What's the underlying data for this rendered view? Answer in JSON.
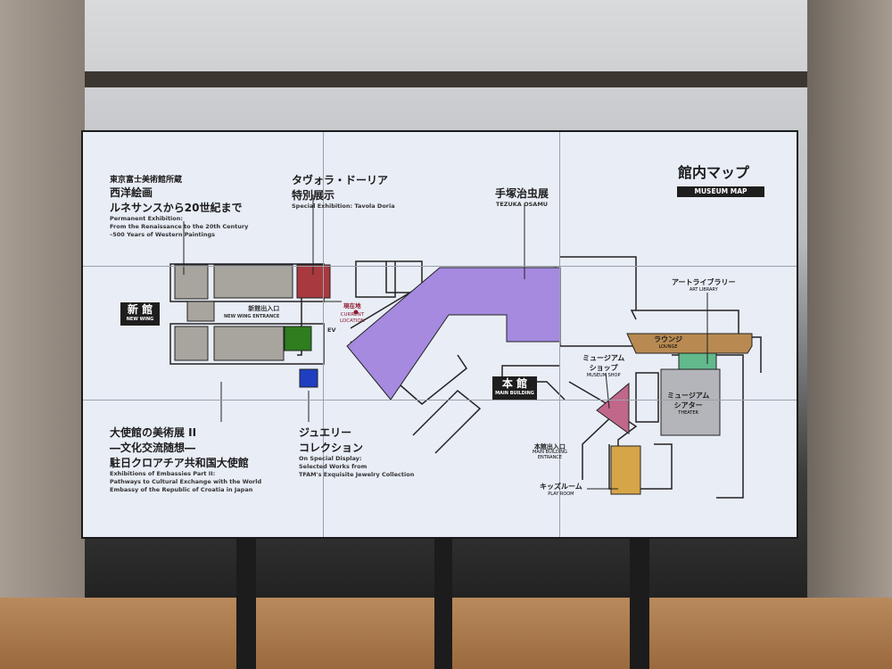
{
  "title": {
    "jp": "館内マップ",
    "en": "MUSEUM MAP"
  },
  "permanent": {
    "jp1": "東京富士美術館所蔵",
    "jp2": "西洋絵画",
    "jp3": "ルネサンスから20世紀まで",
    "en1": "Permanent Exhibition:",
    "en2": "From the Renaissance to the 20th Century",
    "en3": "–500 Years of Western Paintings"
  },
  "tavola": {
    "jp1": "タヴォラ・ドーリア",
    "jp2": "特別展示",
    "en": "Special Exhibition: Tavola Doria"
  },
  "tezuka": {
    "jp": "手塚治虫展",
    "en": "TEZUKA OSAMU"
  },
  "new_wing": {
    "jp": "新 館",
    "en": "NEW WING"
  },
  "new_wing_entrance": {
    "jp": "新館出入口",
    "en": "NEW WING ENTRANCE"
  },
  "current_location": {
    "jp": "現在地",
    "en1": "CURRENT",
    "en2": "LOCATION",
    "color": "#8b1a2b"
  },
  "ev": "EV",
  "embassy": {
    "jp1": "大使館の美術展 II",
    "jp2": "―文化交流随想―",
    "jp3": "駐日クロアチア共和国大使館",
    "en1": "Exhibitions of Embassies Part II:",
    "en2": "Pathways to Cultural Exchange with the World",
    "en3": "Embassy of the Republic of Croatia in Japan"
  },
  "jewelry": {
    "jp1": "ジュエリー",
    "jp2": "コレクション",
    "en1": "On Special Display:",
    "en2": "Selected Works from",
    "en3": "TFAM's Exquisite Jewelry Collection"
  },
  "main_building": {
    "jp": "本 館",
    "en": "MAIN BUILDING"
  },
  "main_entrance": {
    "jp": "本館出入口",
    "en1": "MAIN BUILDING",
    "en2": "ENTRANCE"
  },
  "shop": {
    "jp1": "ミュージアム",
    "jp2": "ショップ",
    "en": "MUSEUM SHOP"
  },
  "library": {
    "jp": "アートライブラリー",
    "en": "ART LIBRARY"
  },
  "lounge": {
    "jp": "ラウンジ",
    "en": "LOUNGE"
  },
  "theater": {
    "jp1": "ミュージアム",
    "jp2": "シアター",
    "en": "THEATER"
  },
  "play_room": {
    "jp": "キッズルーム",
    "en": "PLAY ROOM"
  },
  "colors": {
    "gallery": "#a8a49e",
    "tavola": "#a8393f",
    "tezuka": "#a58ae0",
    "jewelry_green": "#2e7d1e",
    "jewelry_blue": "#1f3fc0",
    "lounge": "#b88a52",
    "library": "#62b98c",
    "theater": "#b3b5ba",
    "shop": "#c0678a",
    "play_room": "#d6a548"
  }
}
